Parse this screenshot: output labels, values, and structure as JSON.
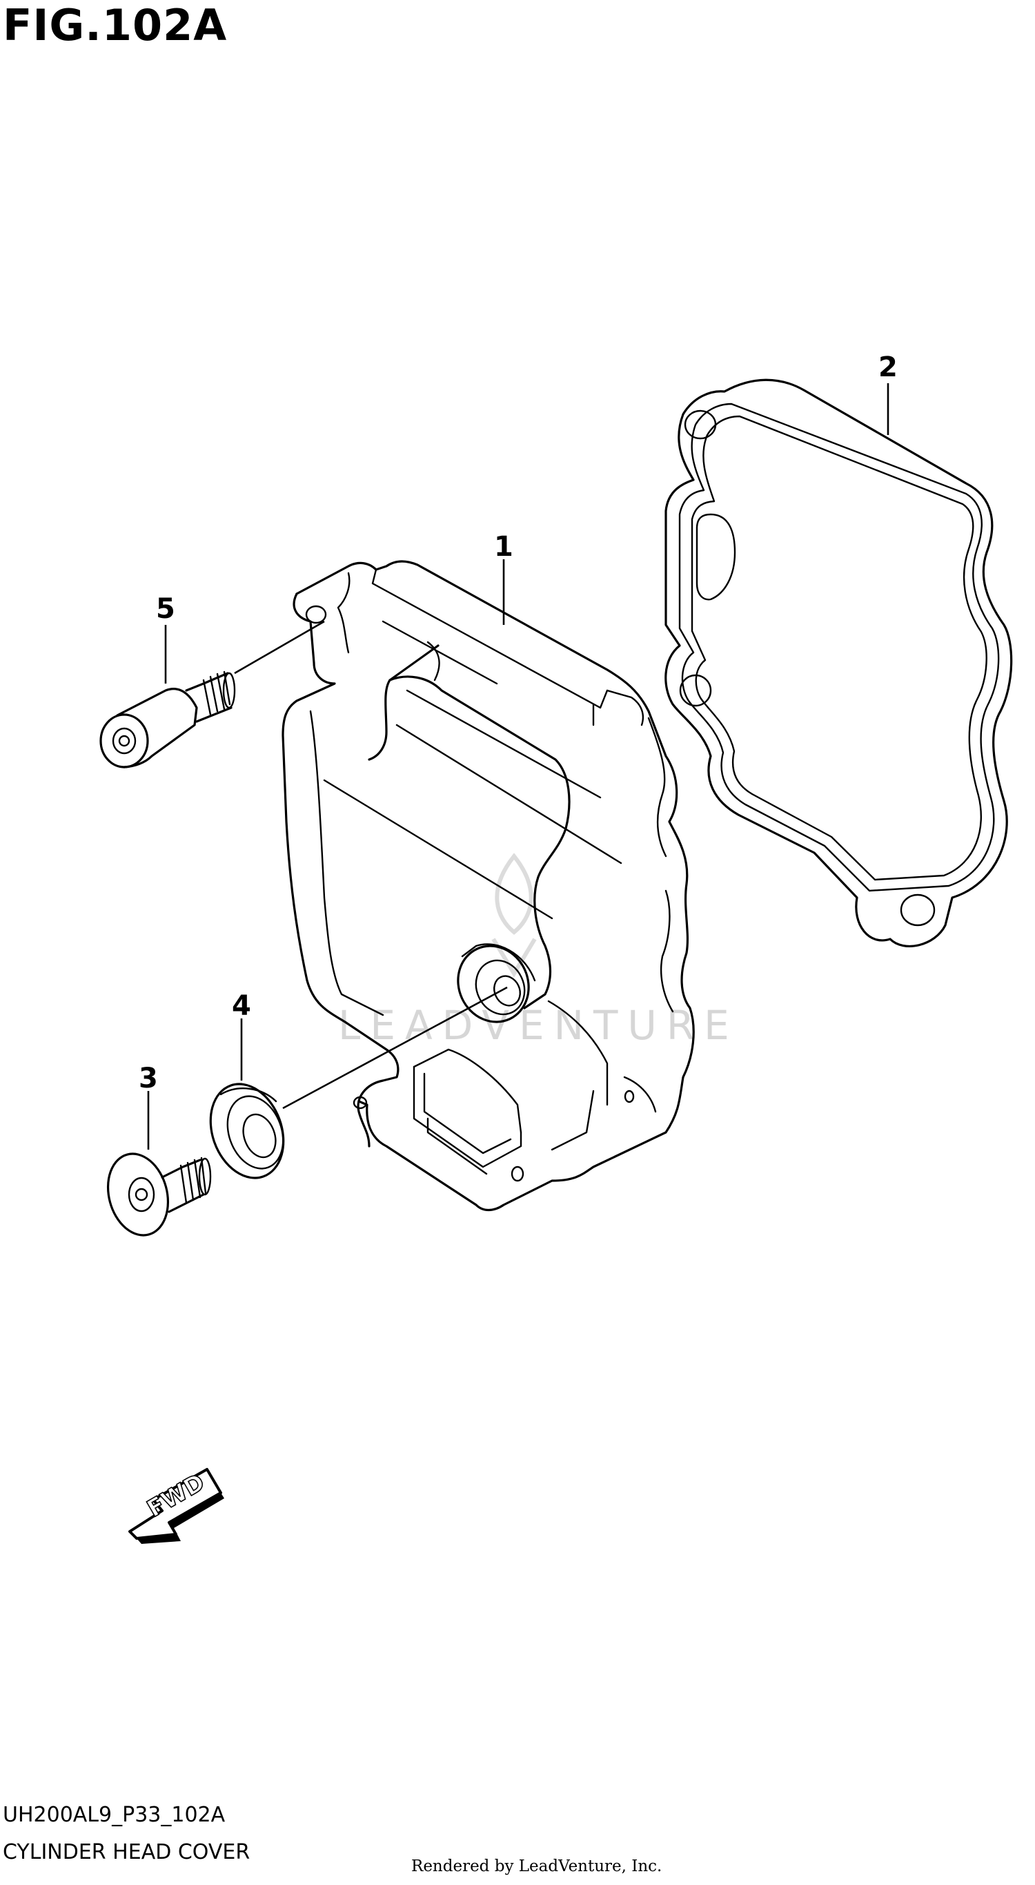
{
  "figure": {
    "title": "FIG.102A",
    "code": "UH200AL9_P33_102A",
    "name": "CYLINDER HEAD COVER",
    "credit": "Rendered by LeadVenture, Inc.",
    "watermark": "LEADVENTURE"
  },
  "parts": [
    {
      "callout": "1",
      "part": "cylinder-head-cover"
    },
    {
      "callout": "2",
      "part": "gasket"
    },
    {
      "callout": "3",
      "part": "bolt"
    },
    {
      "callout": "4",
      "part": "seal-washer"
    },
    {
      "callout": "5",
      "part": "bolt"
    }
  ],
  "fwd_label": "FWD",
  "colors": {
    "ink": "#000000",
    "watermark": "#d6d6d6"
  }
}
